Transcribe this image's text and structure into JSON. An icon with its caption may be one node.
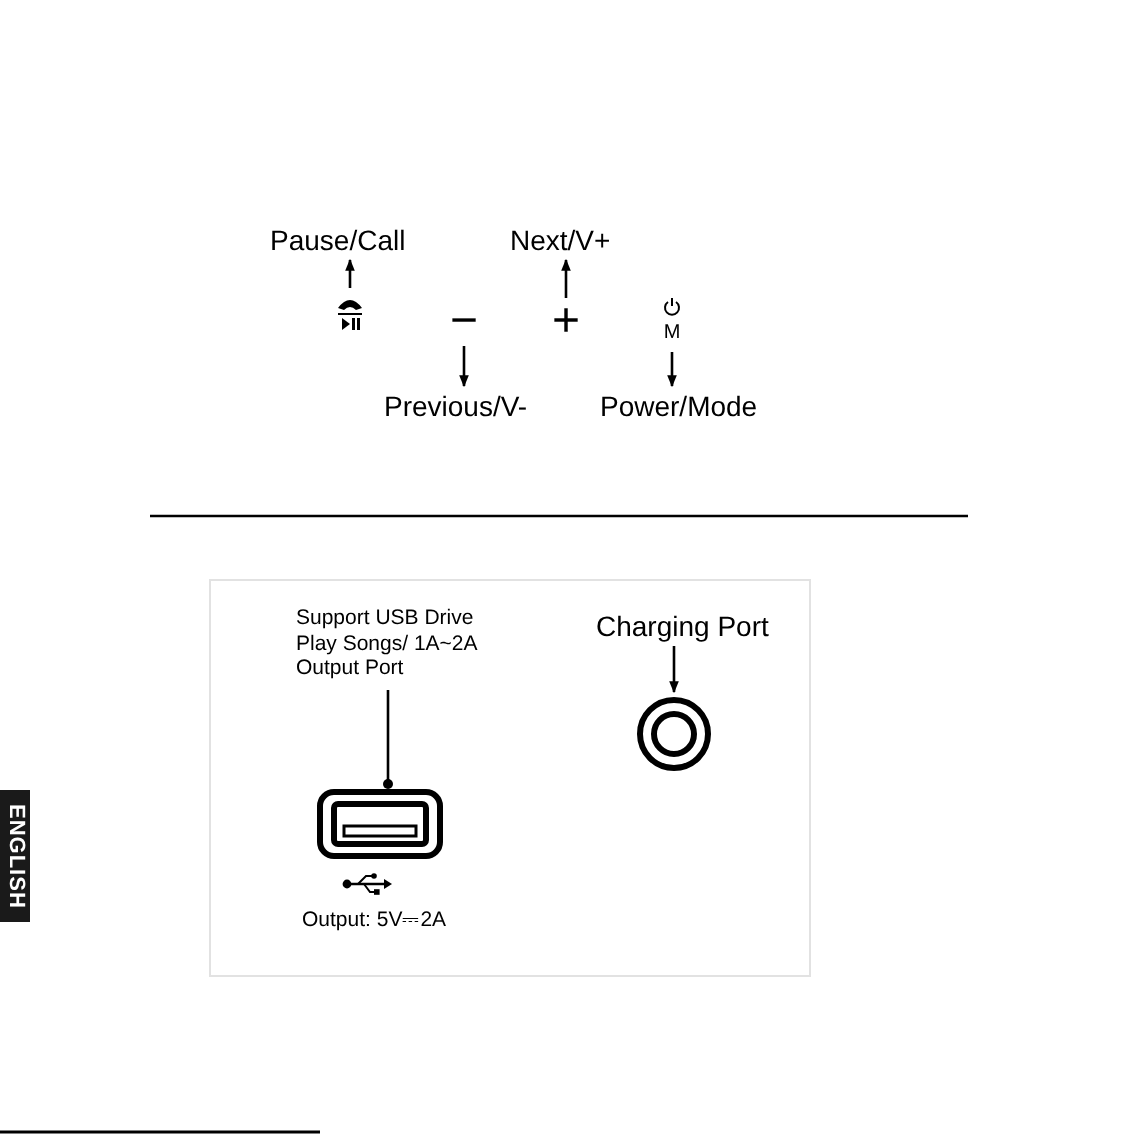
{
  "diagram": {
    "nodes": [
      {
        "text": [
          "Pause/Call"
        ]
      },
      {
        "text": [],
        "shape": "icon"
      },
      {
        "text": [
          "−"
        ]
      },
      {
        "text": [
          "Previous/V-"
        ]
      },
      {
        "text": [
          "Next/V+"
        ]
      },
      {
        "text": [
          "+"
        ]
      },
      {
        "text": [
          "M"
        ]
      },
      {
        "text": [
          "Power/Mode"
        ]
      },
      {
        "text": [
          "Support USB Drive Play Songs/ 1A~2A Output Port"
        ]
      },
      {
        "text": [],
        "shape": "box"
      },
      {
        "text": [
          "Charging Port"
        ]
      },
      {
        "text": [],
        "shape": "circle"
      }
    ],
    "edges": [
      {
        "from": 1,
        "to": 0,
        "arrow": "to"
      },
      {
        "from": 2,
        "to": 3,
        "arrow": "to"
      },
      {
        "from": 5,
        "to": 4,
        "arrow": "to"
      },
      {
        "from": 6,
        "to": 7,
        "arrow": "to"
      },
      {
        "from": 8,
        "to": 9,
        "arrow": "other"
      },
      {
        "from": 10,
        "to": 11,
        "arrow": "to"
      }
    ],
    "labels": [
      "Output: 5V⎓2A",
      "ENGLISH"
    ]
  }
}
